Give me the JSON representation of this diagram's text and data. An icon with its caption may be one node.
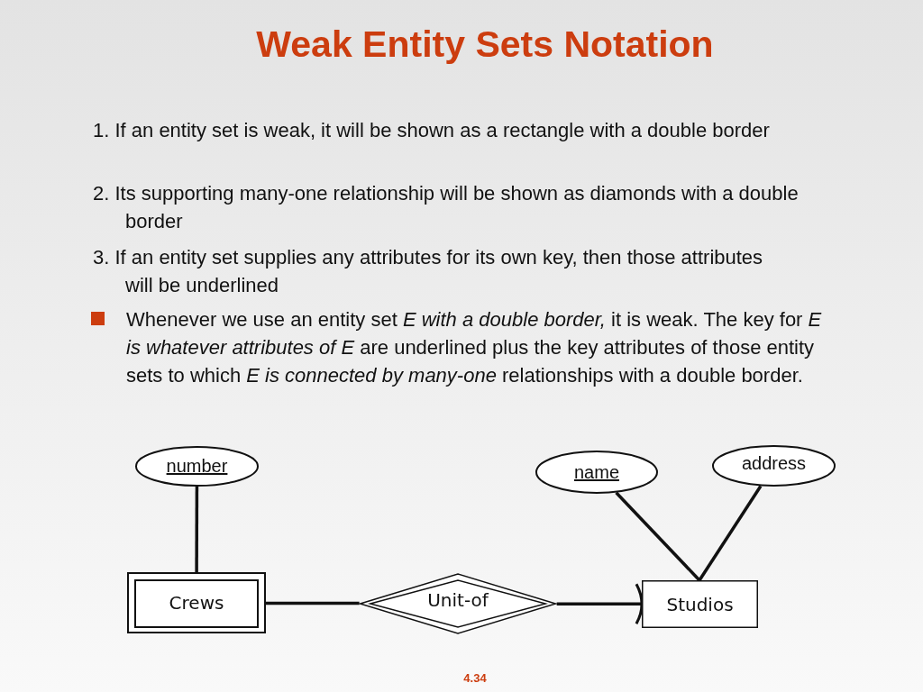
{
  "diagram": {
    "title": "Weak Entity Sets Notation",
    "nodes": [
      {
        "text": [
          "number"
        ]
      },
      {
        "text": [
          "name"
        ]
      },
      {
        "text": [
          "address"
        ]
      },
      {
        "text": [
          "Crews"
        ]
      },
      {
        "text": [
          "Unit-of"
        ]
      },
      {
        "text": [
          "Studios"
        ]
      }
    ],
    "edges": [
      {
        "from": 0,
        "to": 3,
        "arrow": "none"
      },
      {
        "from": 1,
        "to": 5,
        "arrow": "none"
      },
      {
        "from": 2,
        "to": 5,
        "arrow": "none"
      },
      {
        "from": 3,
        "to": 4,
        "arrow": "none"
      },
      {
        "from": 4,
        "to": 5,
        "arrow": "other"
      }
    ],
    "labels": [
      "1. If an entity set is weak, it will be shown as a rectangle with a double border",
      "2. Its supporting many-one relationship will be shown as diamonds with a double border",
      "3. If an entity set supplies any attributes for its own key, then those attributes will be underlined",
      "Whenever we use an entity set *E with a double border,* it is weak. The key for *E is whatever attributes of E* are underlined plus the key attributes of those entity sets to which *E is connected by many-one* relationships with a double border.",
      "4.34"
    ]
  }
}
